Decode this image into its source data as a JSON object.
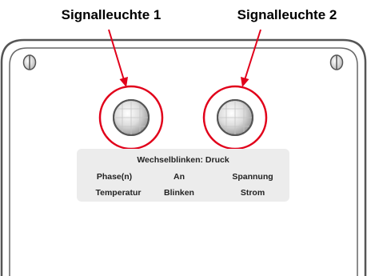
{
  "callouts": {
    "lamp1": "Signalleuchte 1",
    "lamp2": "Signalleuchte 2"
  },
  "legend": {
    "title": "Wechselblinken: Druck",
    "row1": [
      "Phase(n)",
      "An",
      "Spannung"
    ],
    "row2": [
      "Temperatur",
      "Blinken",
      "Strom"
    ]
  },
  "colors": {
    "callout_arrow": "#e1001a",
    "highlight_ring": "#e1001a",
    "housing_outline": "#555555",
    "housing_fill": "#ffffff",
    "legend_panel": "#ececec",
    "lamp_glass": "#e6e6e6"
  }
}
